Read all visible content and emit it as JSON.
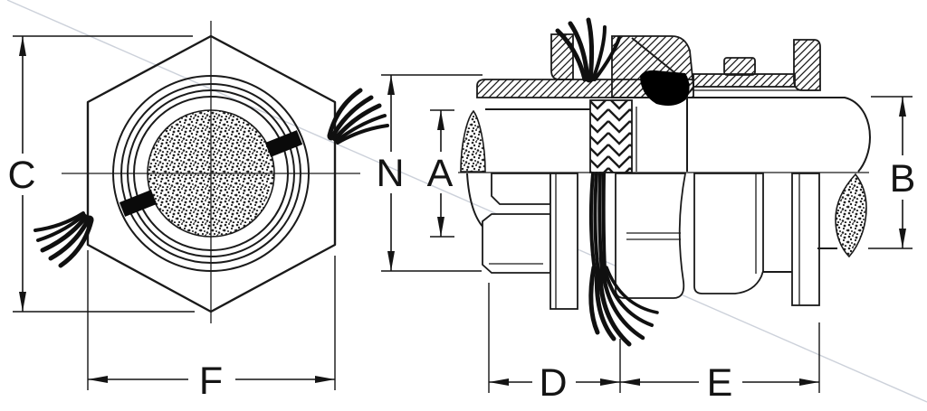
{
  "dims": {
    "c": "C",
    "f": "F",
    "n": "N",
    "a": "A",
    "b": "B",
    "d": "D",
    "e": "E"
  },
  "colors": {
    "ink": "#1a1a1a",
    "seal": "#000000",
    "background": "#ffffff",
    "watermark": "#ccd1da"
  }
}
